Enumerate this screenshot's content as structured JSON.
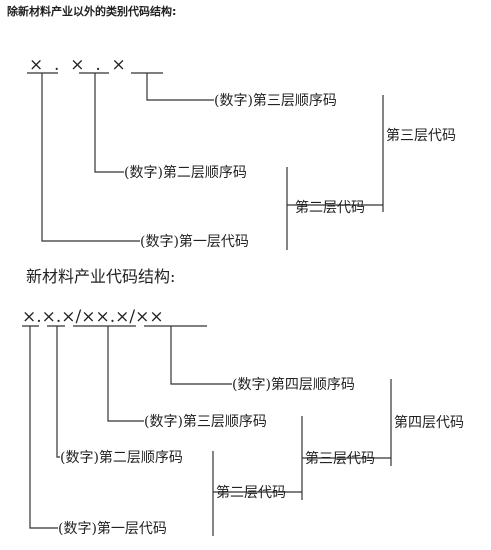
{
  "headings": {
    "general": "除新材料产业以外的类别代码结构:",
    "new_materials": "新材料产业代码结构:"
  },
  "diagram1": {
    "code_pattern": "×  .  ×  .  ×",
    "labels": {
      "third_seq": "(数字)第三层顺序码",
      "third_code": "第三层代码",
      "second_seq": "(数字)第二层顺序码",
      "second_code": "第二层代码",
      "first_code": "(数字)第一层代码"
    }
  },
  "diagram2": {
    "code_pattern": "×.×.×/××.×/××",
    "labels": {
      "fourth_seq": "(数字)第四层顺序码",
      "fourth_code": "第四层代码",
      "third_seq": "(数字)第三层顺序码",
      "third_code": "第三层代码",
      "second_seq": "(数字)第二层顺序码",
      "second_code": "第二层代码",
      "first_code": "(数字)第一层代码"
    }
  }
}
